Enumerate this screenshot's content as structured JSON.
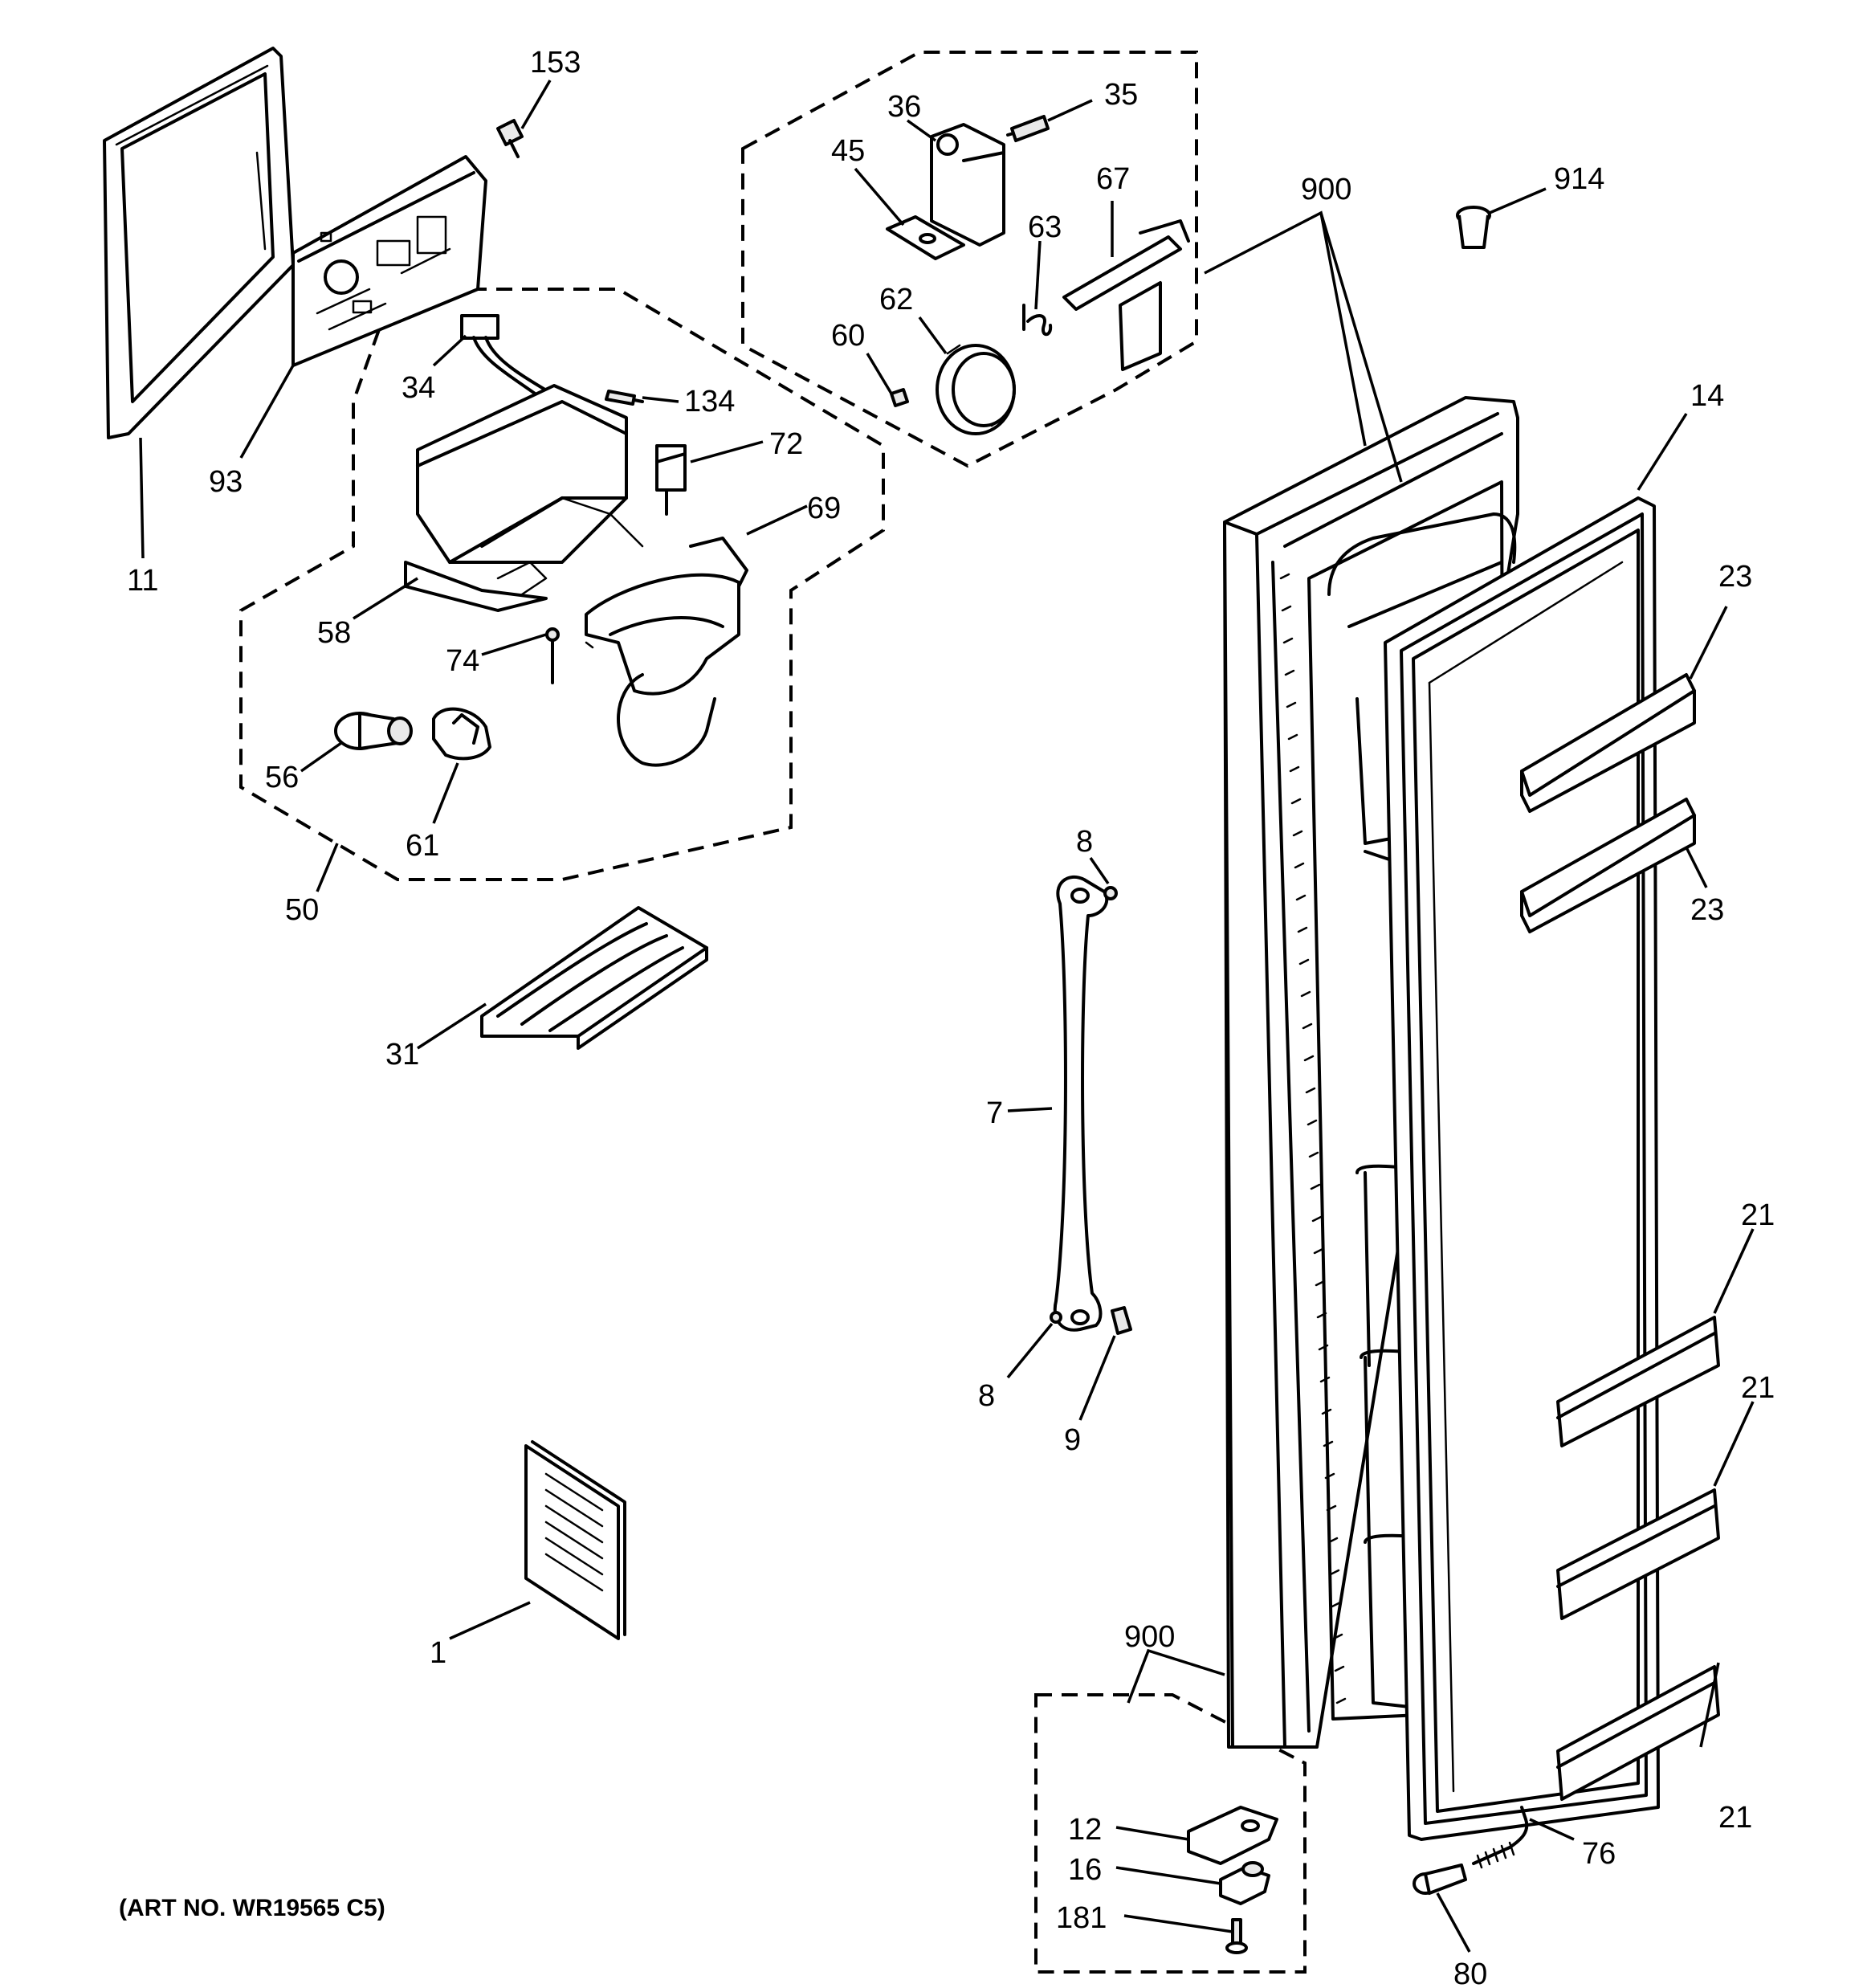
{
  "callouts": [
    {
      "id": "c153",
      "text": "153"
    },
    {
      "id": "c36",
      "text": "36"
    },
    {
      "id": "c35",
      "text": "35"
    },
    {
      "id": "c45",
      "text": "45"
    },
    {
      "id": "c67",
      "text": "67"
    },
    {
      "id": "c63",
      "text": "63"
    },
    {
      "id": "c900a",
      "text": "900"
    },
    {
      "id": "c914",
      "text": "914"
    },
    {
      "id": "c62",
      "text": "62"
    },
    {
      "id": "c60",
      "text": "60"
    },
    {
      "id": "c34",
      "text": "34"
    },
    {
      "id": "c134",
      "text": "134"
    },
    {
      "id": "c72",
      "text": "72"
    },
    {
      "id": "c14",
      "text": "14"
    },
    {
      "id": "c93",
      "text": "93"
    },
    {
      "id": "c69",
      "text": "69"
    },
    {
      "id": "c11",
      "text": "11"
    },
    {
      "id": "c23a",
      "text": "23"
    },
    {
      "id": "c58",
      "text": "58"
    },
    {
      "id": "c74",
      "text": "74"
    },
    {
      "id": "c56",
      "text": "56"
    },
    {
      "id": "c61",
      "text": "61"
    },
    {
      "id": "c8a",
      "text": "8"
    },
    {
      "id": "c23b",
      "text": "23"
    },
    {
      "id": "c50",
      "text": "50"
    },
    {
      "id": "c31",
      "text": "31"
    },
    {
      "id": "c7",
      "text": "7"
    },
    {
      "id": "c21a",
      "text": "21"
    },
    {
      "id": "c8b",
      "text": "8"
    },
    {
      "id": "c9",
      "text": "9"
    },
    {
      "id": "c21b",
      "text": "21"
    },
    {
      "id": "c1",
      "text": "1"
    },
    {
      "id": "c900b",
      "text": "900"
    },
    {
      "id": "c12",
      "text": "12"
    },
    {
      "id": "c16",
      "text": "16"
    },
    {
      "id": "c181",
      "text": "181"
    },
    {
      "id": "c76",
      "text": "76"
    },
    {
      "id": "c21c",
      "text": "21"
    },
    {
      "id": "c80",
      "text": "80"
    }
  ],
  "art_number": "(ART NO. WR19565 C5)"
}
